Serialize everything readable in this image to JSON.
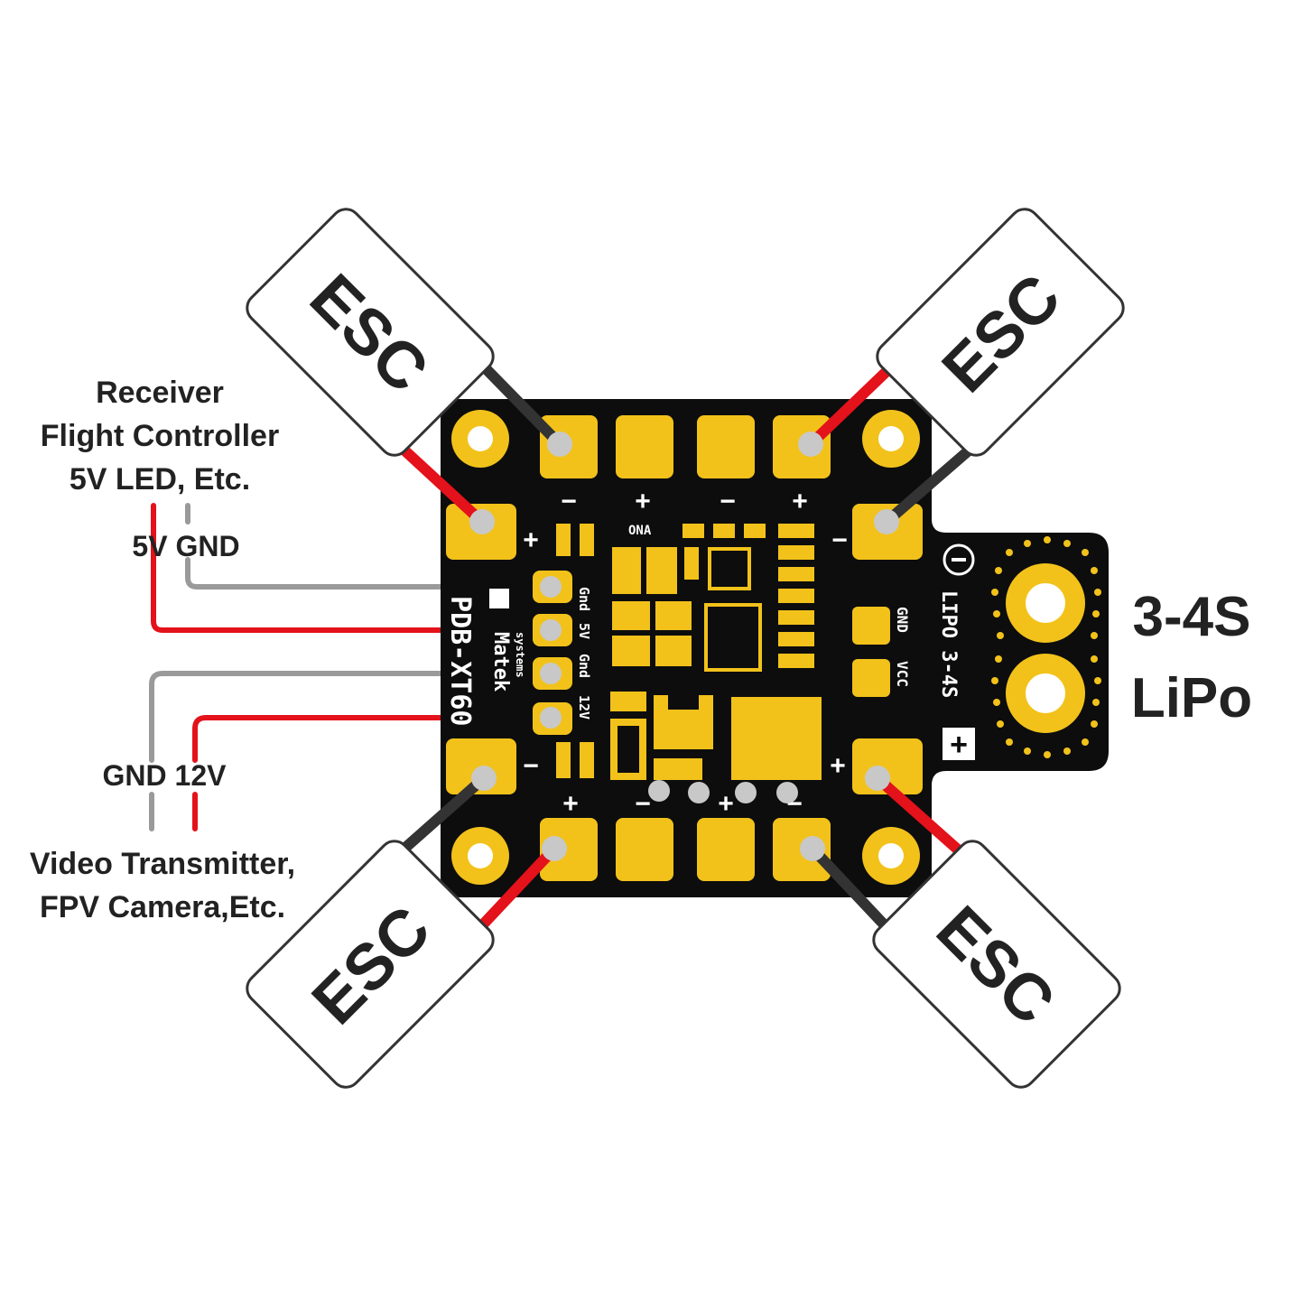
{
  "labels": {
    "top_group": [
      "Receiver",
      "Flight Controller",
      "5V LED, Etc."
    ],
    "top_wires": "5V GND",
    "bottom_wires": "GND 12V",
    "bottom_group": [
      "Video Transmitter,",
      "FPV Camera,Etc."
    ],
    "battery": [
      "3-4S",
      "LiPo"
    ]
  },
  "esc_label": "ESC",
  "board": {
    "model": "PDB-XT60",
    "brand": "Matek",
    "brand_sub": "systems",
    "pads": [
      "Gnd",
      "5V",
      "Gnd",
      "12V"
    ],
    "lipo_label": "LIPO 3-4S",
    "gnd_label": "GND",
    "vcc_label": "VCC",
    "onv_label": "ONA",
    "minus": "−",
    "plus": "+"
  },
  "colors": {
    "pcb": "#0d0d0d",
    "pad": "#f2c21b",
    "wire_red": "#e3121b",
    "wire_black": "#333333",
    "wire_gray": "#9a9a9a"
  }
}
